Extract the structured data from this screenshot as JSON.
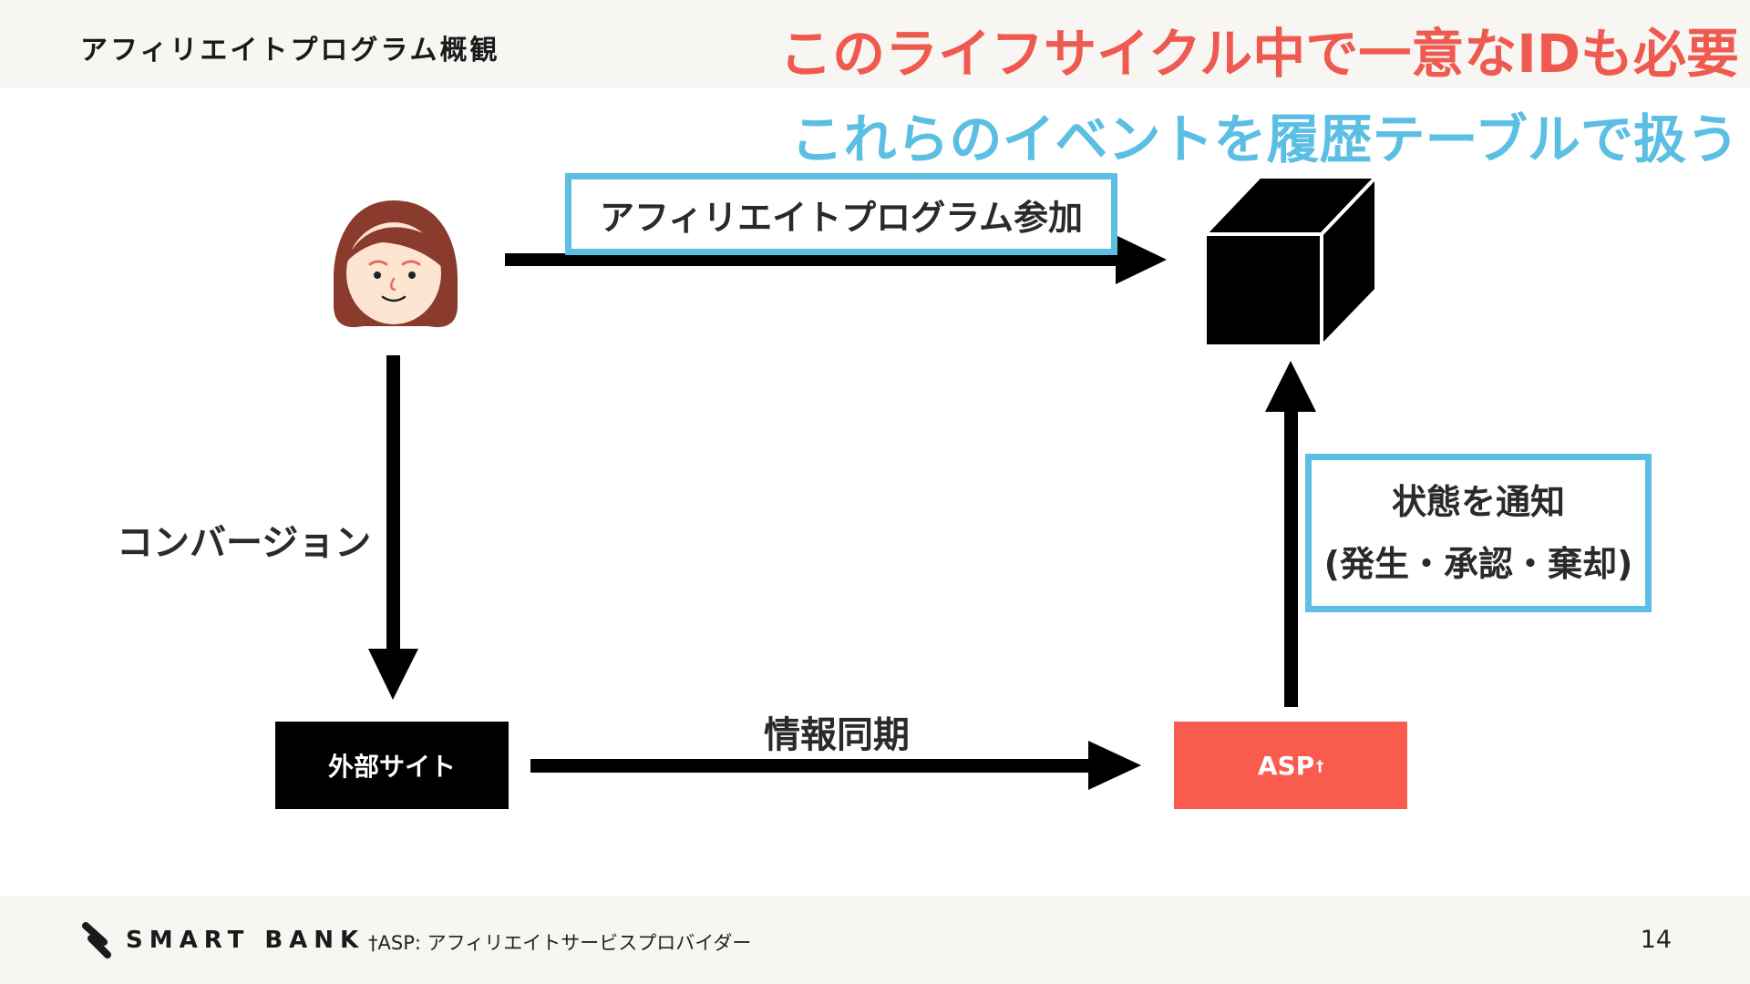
{
  "header": {
    "title": "アフィリエイトプログラム概観",
    "headline_red": "このライフサイクル中で一意なIDも必要",
    "headline_blue": "これらのイベントを履歴テーブルで扱う"
  },
  "diagram": {
    "join_label": "アフィリエイトプログラム参加",
    "conversion_label": "コンバージョン",
    "external_site": "外部サイト",
    "sync_label": "情報同期",
    "asp_label": "ASP",
    "asp_mark": "†",
    "notify_line1": "状態を通知",
    "notify_line2": "(発生・承認・棄却)"
  },
  "footer": {
    "logo_text": "SMART BANK",
    "footnote": "†ASP: アフィリエイトサービスプロバイダー",
    "page_number": "14"
  },
  "colors": {
    "accent_red": "#ef5a50",
    "accent_blue": "#5bbfe3",
    "asp_box": "#fa5b4f",
    "band_bg": "#f7f6f2"
  },
  "icons": {
    "user": "woman-avatar-icon",
    "system": "cube-icon",
    "brand": "smartbank-logo-icon"
  }
}
